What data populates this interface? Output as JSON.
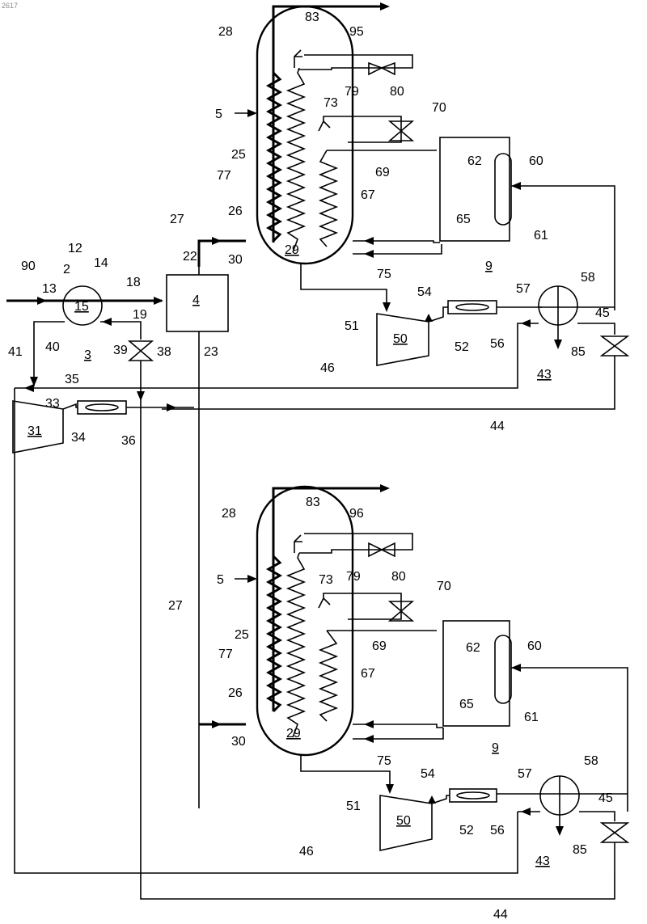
{
  "corner_mark": "2617",
  "labels": {
    "l2": "2",
    "l3": "3",
    "l4": "4",
    "l5": "5",
    "l9": "9",
    "l12": "12",
    "l13": "13",
    "l14": "14",
    "l15": "15",
    "l18": "18",
    "l19": "19",
    "l22": "22",
    "l23": "23",
    "l25": "25",
    "l26": "26",
    "l27": "27",
    "l28": "28",
    "l29": "29",
    "l30": "30",
    "l31": "31",
    "l33": "33",
    "l34": "34",
    "l35": "35",
    "l36": "36",
    "l38": "38",
    "l39": "39",
    "l40": "40",
    "l41": "41",
    "l43": "43",
    "l44": "44",
    "l45": "45",
    "l46": "46",
    "l50": "50",
    "l51": "51",
    "l52": "52",
    "l54": "54",
    "l56": "56",
    "l57": "57",
    "l58": "58",
    "l60": "60",
    "l61": "61",
    "l62": "62",
    "l65": "65",
    "l67": "67",
    "l69": "69",
    "l70": "70",
    "l73": "73",
    "l75": "75",
    "l77": "77",
    "l79": "79",
    "l80": "80",
    "l83": "83",
    "l85": "85",
    "l90": "90",
    "l95": "95",
    "l96": "96",
    "p5": "5",
    "p9": "9",
    "p25": "25",
    "p26": "26",
    "p27": "27",
    "p28": "28",
    "p29": "29",
    "p43": "43",
    "p44": "44",
    "p45": "45",
    "p46": "46",
    "p50": "50",
    "p51": "51",
    "p52": "52",
    "p54": "54",
    "p56": "56",
    "p57": "57",
    "p58": "58",
    "p60": "60",
    "p61": "61",
    "p62": "62",
    "p65": "65",
    "p67": "67",
    "p69": "69",
    "p70": "70",
    "p73": "73",
    "p75": "75",
    "p77": "77",
    "p79": "79",
    "p80": "80",
    "p83": "83",
    "p85": "85"
  }
}
